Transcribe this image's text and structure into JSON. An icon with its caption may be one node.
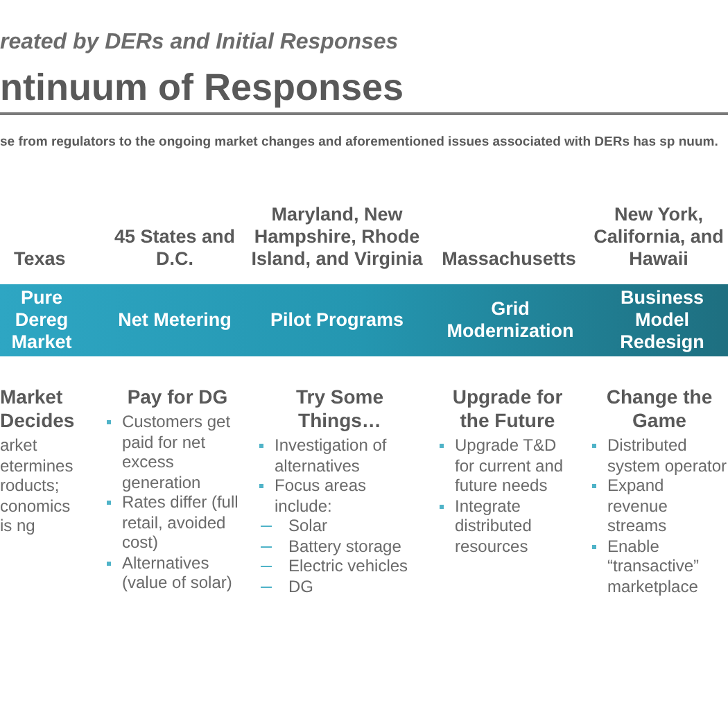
{
  "diagram": {
    "title": "ntinuum of Responses",
    "nodes": [
      {
        "text": [
          "Pure Dereg Market",
          "Net Metering",
          "Pilot Programs",
          "Grid Modernization",
          "Business Model Redesign"
        ]
      }
    ],
    "edges": [],
    "labels": [
      "reated by DERs and Initial Responses",
      "se from regulators to the ongoing market changes and aforementioned issues associated with DERs has sp nuum.",
      "Texas",
      "45 States and D.C.",
      "Maryland, New Hampshire, Rhode Island, and Virginia",
      "Massachusetts",
      "New York, California, and Hawaii",
      "Market Decides",
      "arket etermines roducts; conomics is ng",
      "Pay for DG",
      "Customers get paid for net excess generation",
      "Rates differ (full retail, avoided cost)",
      "Alternatives (value of solar)",
      "Try Some Things…",
      "Investigation of alternatives",
      "Focus areas include:",
      "Solar",
      "Battery storage",
      "Electric vehicles",
      "DG",
      "Upgrade for the Future",
      "Upgrade T&D for current and future needs",
      "Integrate distributed resources",
      "Change the Game",
      "Distributed system operator",
      "Expand revenue streams",
      "Enable “transactive” marketplace"
    ]
  }
}
